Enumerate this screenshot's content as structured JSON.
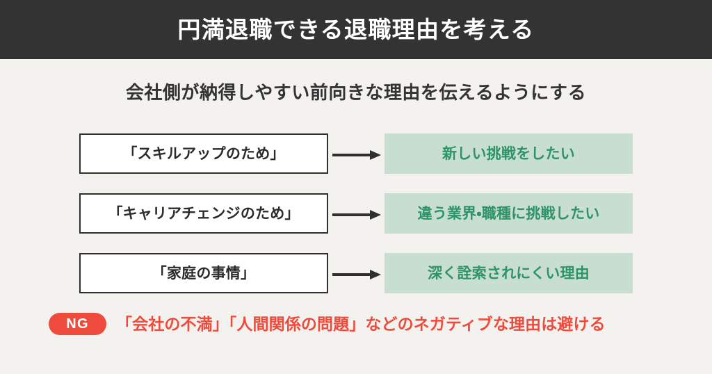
{
  "header": {
    "title": "円満退職できる退職理由を考える",
    "background_color": "#333333",
    "text_color": "#ffffff"
  },
  "page": {
    "background_color": "#f4f2ee",
    "subtitle": "会社側が納得しやすい前向きな理由を伝えるようにする",
    "subtitle_color": "#333333"
  },
  "colors": {
    "reason_box_border": "#2f2f2f",
    "reason_box_fill": "#ffffff",
    "benefit_box_fill": "#c7ded1",
    "benefit_text": "#2e9468",
    "arrow": "#2f2f2f",
    "ng_red": "#ee4b3c"
  },
  "rows": [
    {
      "reason": "「スキルアップのため」",
      "arrow_icon": "arrow-right-icon",
      "benefit": "新しい挑戦をしたい"
    },
    {
      "reason": "「キャリアチェンジのため」",
      "arrow_icon": "arrow-right-icon",
      "benefit": "違う業界・職種に挑戦したい"
    },
    {
      "reason": "「家庭の事情」",
      "arrow_icon": "arrow-right-icon",
      "benefit": "深く詮索されにくい理由"
    }
  ],
  "footer": {
    "badge_label": "NG",
    "note": "「会社の不満」「人間関係の問題」などのネガティブな理由は避ける"
  }
}
